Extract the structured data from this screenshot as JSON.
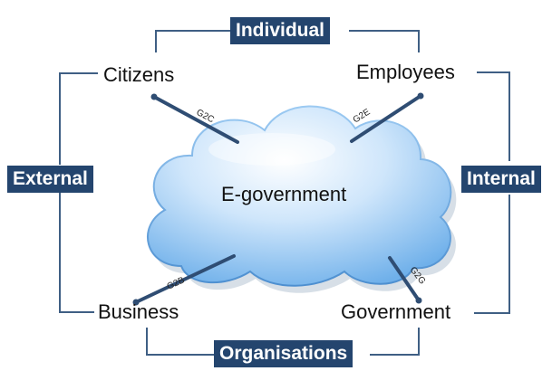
{
  "center": {
    "label": "E-government"
  },
  "nodes": {
    "citizens": "Citizens",
    "employees": "Employees",
    "business": "Business",
    "government": "Government"
  },
  "groups": {
    "individual": "Individual",
    "external": "External",
    "internal": "Internal",
    "organisations": "Organisations"
  },
  "relations": {
    "g2c": "G2C",
    "g2e": "G2E",
    "g2b": "G2B",
    "g2g": "G2G"
  },
  "colors": {
    "frame": "#3f5f84",
    "badge": "#24456e",
    "connector": "#2f4d73",
    "cloud_top": "#eef7ff",
    "cloud_bottom": "#6fb0ea"
  }
}
